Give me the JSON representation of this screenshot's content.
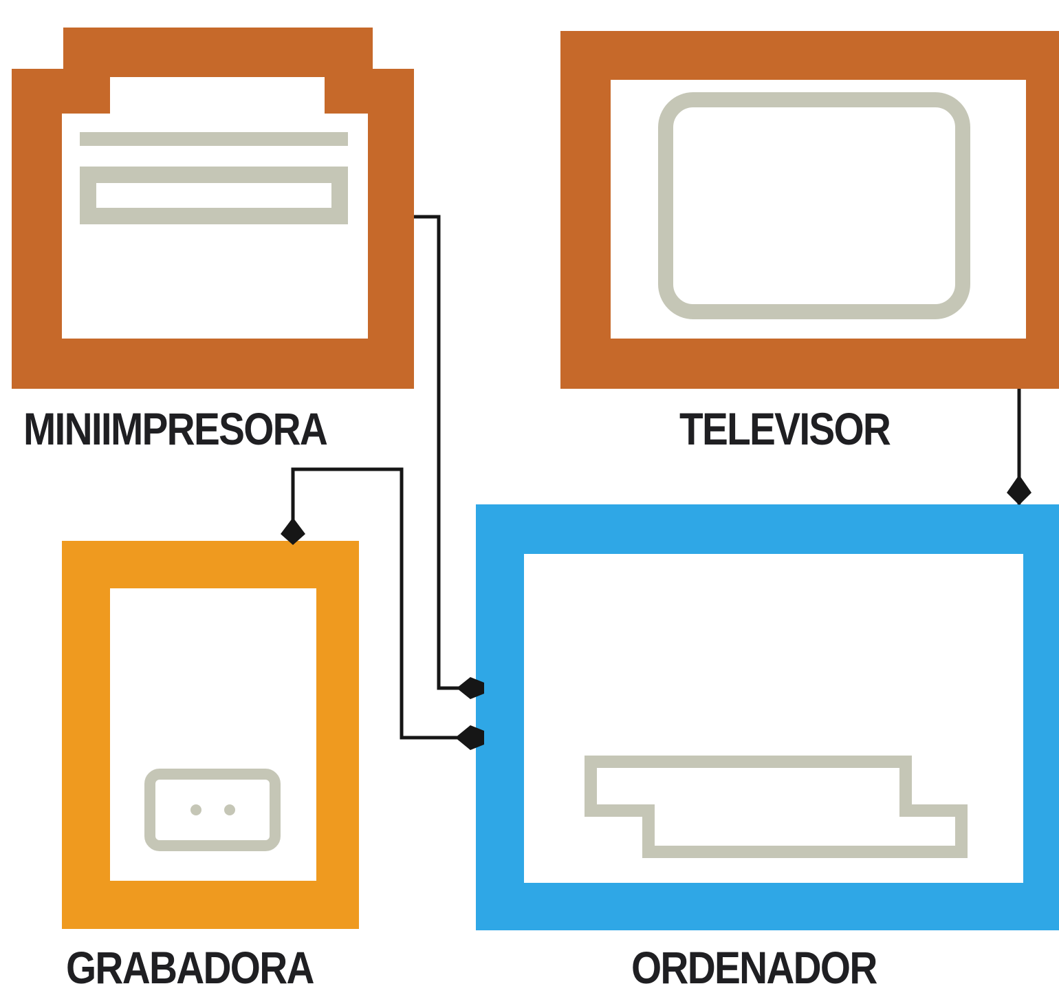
{
  "colors": {
    "printer": "#c6692a",
    "television": "#c6692a",
    "recorder": "#ef9a1f",
    "computer": "#2fa7e6",
    "inner_detail": "#c5c6b6",
    "connector": "#161616",
    "background": "#ffffff"
  },
  "devices": {
    "printer": {
      "label": "MINIIMPRESORA",
      "icon": "printer-icon"
    },
    "television": {
      "label": "TELEVISOR",
      "icon": "tv-screen-icon"
    },
    "recorder": {
      "label": "GRABADORA",
      "icon": "cassette-icon"
    },
    "computer": {
      "label": "ORDENADOR",
      "icon": "keyboard-icon"
    }
  }
}
